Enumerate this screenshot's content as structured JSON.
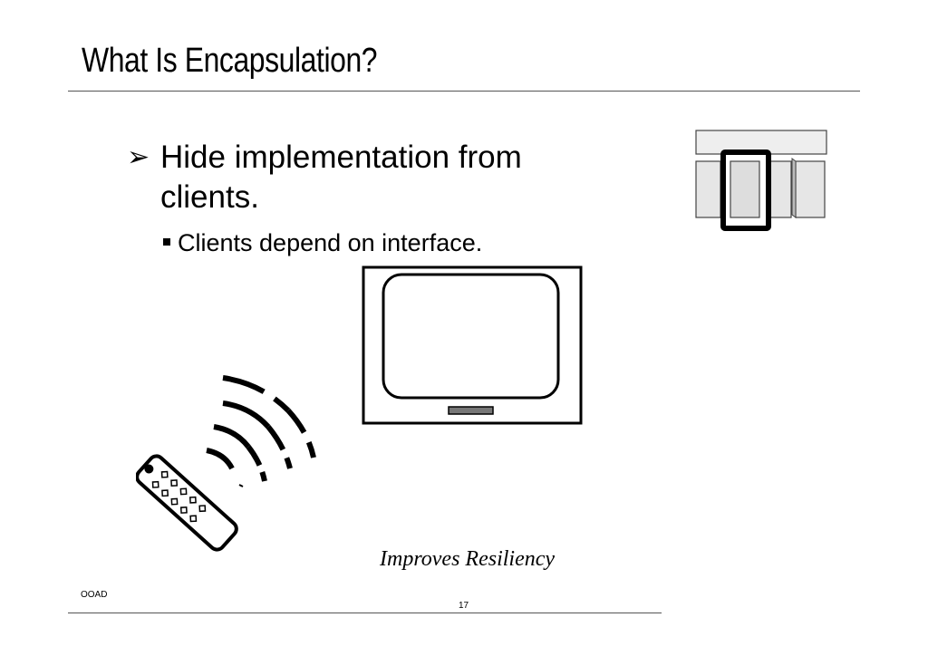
{
  "slide": {
    "title": "What Is Encapsulation?",
    "bullet_marker": "➢",
    "bullet_main": "Hide implementation from clients.",
    "bullet_sub": "Clients depend on interface.",
    "caption": "Improves Resiliency"
  },
  "footer": {
    "left_label": "OOAD",
    "page_number": "17"
  },
  "icons": [
    "component-blocks-icon",
    "television-icon",
    "remote-control-icon",
    "signal-waves-icon"
  ]
}
